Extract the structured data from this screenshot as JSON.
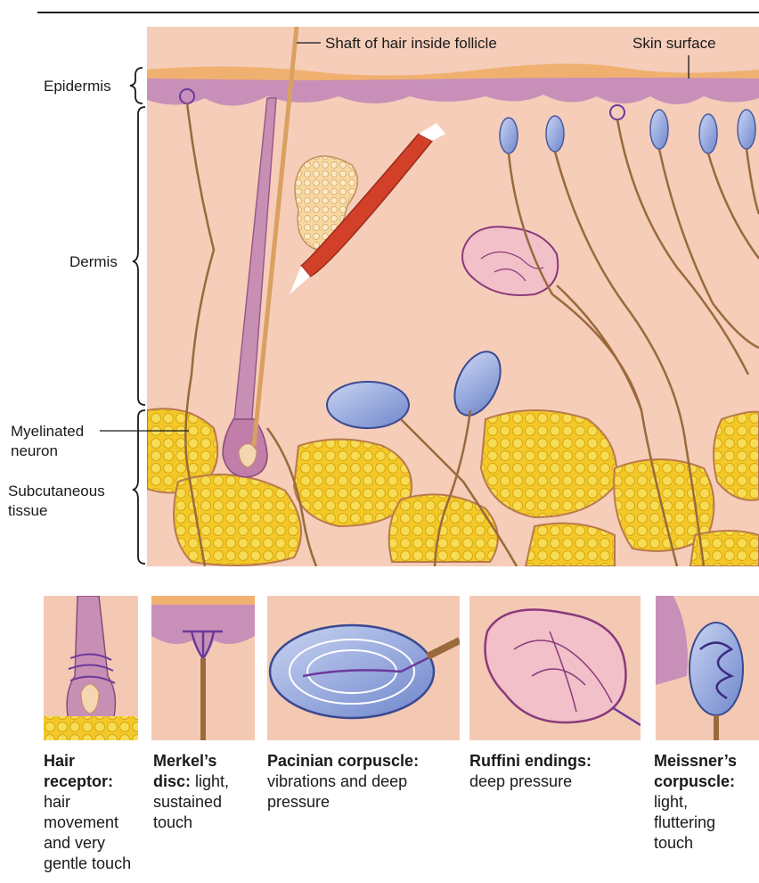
{
  "labels": {
    "shaft": "Shaft of hair inside follicle",
    "skin_surface": "Skin surface",
    "epidermis": "Epidermis",
    "dermis": "Dermis",
    "myelinated_1": "Myelinated",
    "myelinated_2": "neuron",
    "subcutaneous_1": "Subcutaneous",
    "subcutaneous_2": "tissue"
  },
  "receptors": [
    {
      "name": "Hair receptor:",
      "lines": [
        "Hair",
        "receptor:",
        "hair",
        "movement",
        "and very",
        "gentle touch"
      ]
    },
    {
      "name": "Merkel's disc:",
      "lines": [
        "Merkel’s",
        "disc:",
        "light,",
        "sustained",
        "touch"
      ]
    },
    {
      "name": "Pacinian corpuscle:",
      "lines": [
        "Pacinian corpuscle:",
        "vibrations and deep",
        "pressure"
      ]
    },
    {
      "name": "Ruffini endings:",
      "lines": [
        "Ruffini endings:",
        "deep pressure"
      ]
    },
    {
      "name": "Meissner's corpuscle:",
      "lines": [
        "Meissner’s",
        "corpuscle:",
        "light,",
        "fluttering",
        "touch"
      ]
    }
  ],
  "colors": {
    "dermis": "#f4c9b4",
    "epidermis": "#c98fb8",
    "fat": "#f2cb2a",
    "nerve": "#9a6a3c",
    "capsule": "#8ea2d8",
    "muscle": "#d3402a"
  }
}
